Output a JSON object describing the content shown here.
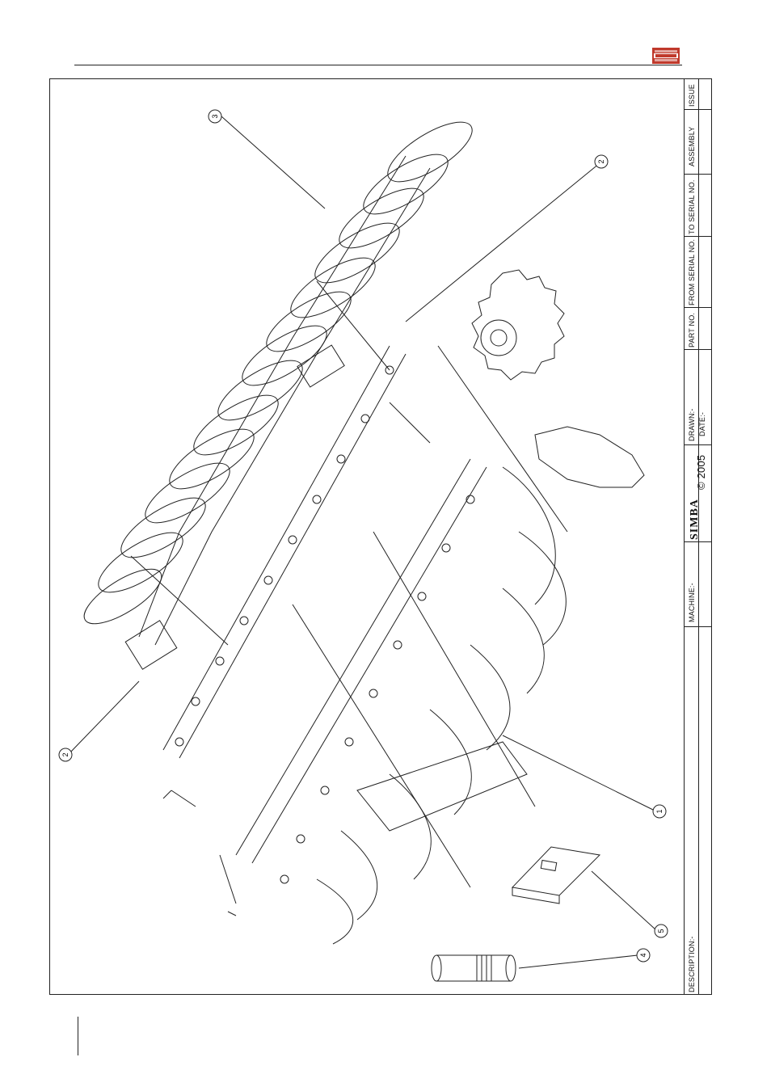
{
  "header": {
    "brand": "SIMBA"
  },
  "title_block": {
    "issue": "ISSUE",
    "assembly": "ASSEMBLY",
    "to_serial": "TO SERIAL NO.",
    "from_serial": "FROM SERIAL NO.",
    "part_no": "PART NO.",
    "drawn": "DRAWN:-",
    "date": "DATE:-",
    "copyright": "© 2005",
    "brand": "SIMBA",
    "machine": "MACHINE:-",
    "description": "DESCRIPTION:-"
  },
  "balloons": [
    "3",
    "2",
    "2",
    "1",
    "5",
    "4"
  ],
  "colors": {
    "line": "#222222",
    "brand_red": "#c0392b"
  }
}
